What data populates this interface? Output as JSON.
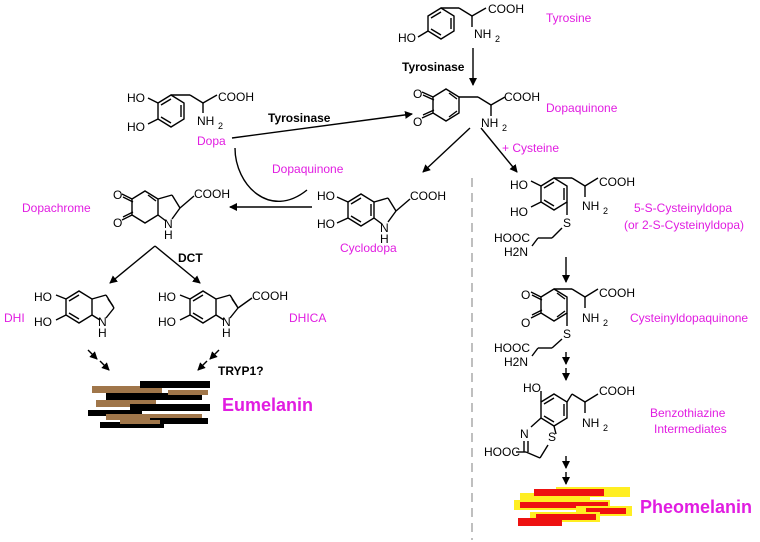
{
  "colors": {
    "label": "#e11de1",
    "black": "#000000",
    "brown": "#a0764a",
    "red": "#ee1111",
    "yellow": "#ffee22",
    "divider": "#aaaaaa"
  },
  "compounds": {
    "tyrosine": "Tyrosine",
    "dopa": "Dopa",
    "dopaquinone": "Dopaquinone",
    "dopaquinone_cofactor": "Dopaquinone",
    "cyclodopa": "Cyclodopa",
    "dopachrome": "Dopachrome",
    "dhi": "DHI",
    "dhica": "DHICA",
    "eumelanin": "Eumelanin",
    "cysteinyldopa_line1": "5-S-Cysteinyldopa",
    "cysteinyldopa_line2": "(or 2-S-Cysteinyldopa)",
    "cysteinyldopaquinone": "Cysteinyldopaquinone",
    "benzothiazine_line1": "Benzothiazine",
    "benzothiazine_line2": "Intermediates",
    "pheomelanin": "Pheomelanin",
    "cysteine": "+ Cysteine"
  },
  "enzymes": {
    "tyrosinase_1": "Tyrosinase",
    "tyrosinase_2": "Tyrosinase",
    "dct": "DCT",
    "tryp1": "TRYP1?"
  },
  "atoms": {
    "cooh": "COOH",
    "nh2": "NH",
    "sub2": "2",
    "ho": "HO",
    "o": "O",
    "s": "S",
    "n": "N",
    "nh": "NH",
    "h": "H",
    "hooc": "HOOC",
    "h2n": "H2N",
    "cooh_rev": "HOOC"
  },
  "icons": [
    "eumelanin-polymer-icon",
    "pheomelanin-polymer-icon"
  ]
}
